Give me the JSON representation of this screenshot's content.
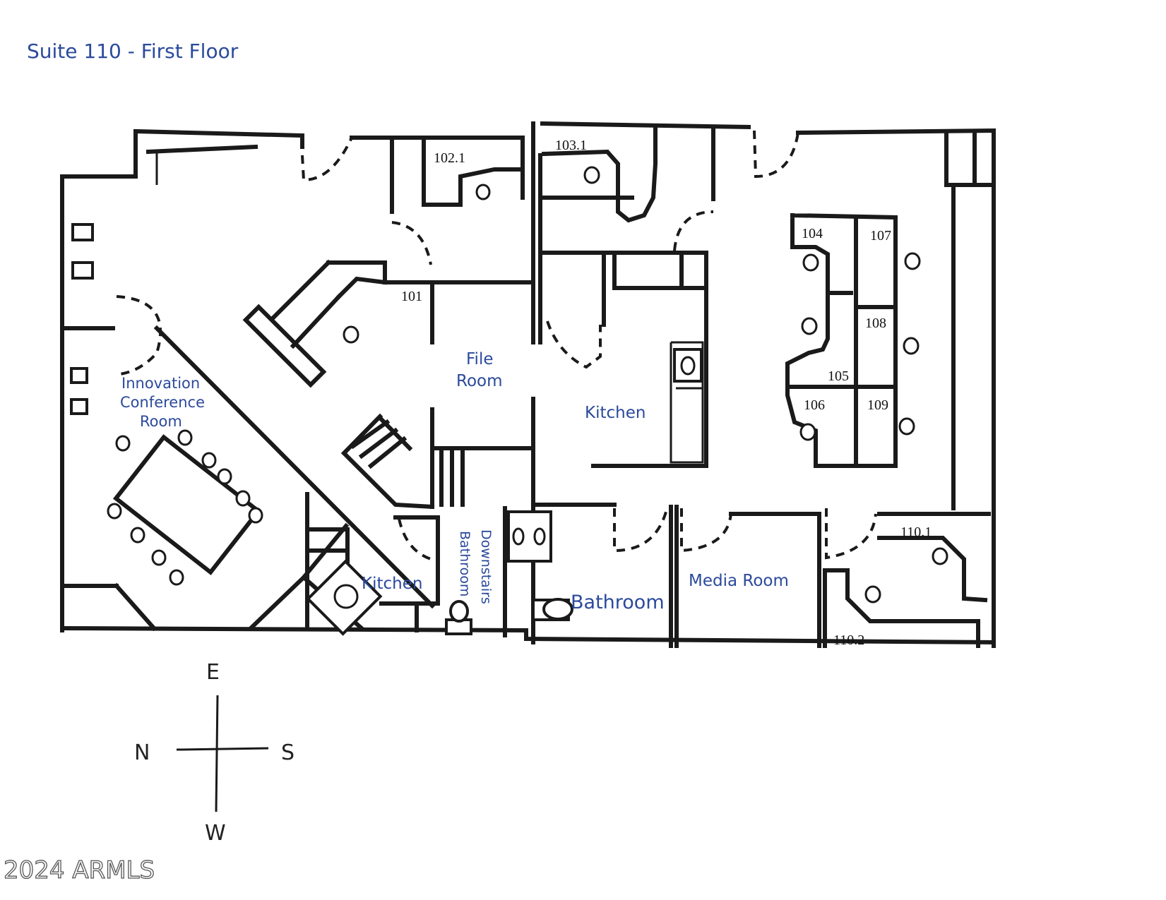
{
  "title": "Suite 110 - First  Floor",
  "rooms": {
    "innovation_line1": "Innovation",
    "innovation_line2": "Conference",
    "innovation_line3": "Room",
    "file_room_line1": "File",
    "file_room_line2": "Room",
    "kitchen_main": "Kitchen",
    "kitchen_small": "Kitchen",
    "downstairs_line1": "Downstairs",
    "downstairs_line2": "Bathroom",
    "bathroom": "Bathroom",
    "media_room": "Media Room"
  },
  "room_numbers": {
    "r101": "101",
    "r102_1": "102.1",
    "r103_1": "103.1",
    "r104": "104",
    "r105": "105",
    "r106": "106",
    "r107": "107",
    "r108": "108",
    "r109": "109",
    "r110_1": "110.1",
    "r110_2": "110.2"
  },
  "compass": {
    "east": "E",
    "west": "W",
    "north": "N",
    "south": "S"
  },
  "copyright": "2024 ARMLS",
  "colors": {
    "label_blue": "#2b4a9c",
    "wall": "#1a1a1a",
    "background": "#ffffff"
  }
}
